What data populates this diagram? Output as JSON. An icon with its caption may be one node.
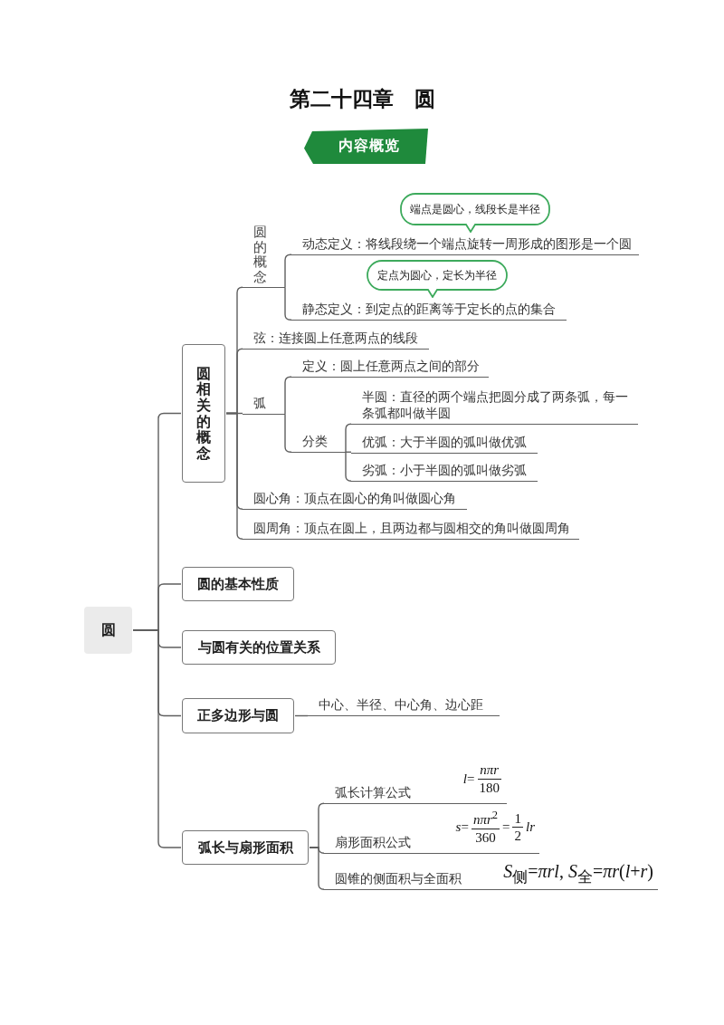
{
  "diagram": {
    "title": "第二十四章　圆",
    "nodes": [
      {
        "text": [
          "内容概览"
        ]
      },
      {
        "text": [
          "圆"
        ]
      },
      {
        "text": [
          "圆相关的概念"
        ]
      },
      {
        "text": [
          "圆的概念"
        ]
      },
      {
        "text": [
          "端点是圆心，线段长是半径"
        ]
      },
      {
        "text": [
          "动态定义：将线段绕一个端点旋转一周形成的图形是一个圆"
        ]
      },
      {
        "text": [
          "定点为圆心，定长为半径"
        ]
      },
      {
        "text": [
          "静态定义：到定点的距离等于定长的点的集合"
        ]
      },
      {
        "text": [
          "弦：连接圆上任意两点的线段"
        ]
      },
      {
        "text": [
          "弧"
        ]
      },
      {
        "text": [
          "定义：圆上任意两点之间的部分"
        ]
      },
      {
        "text": [
          "分类"
        ]
      },
      {
        "text": [
          "半圆：直径的两个端点把圆分成了两条弧，每一条弧都叫做半圆"
        ]
      },
      {
        "text": [
          "优弧：大于半圆的弧叫做优弧"
        ]
      },
      {
        "text": [
          "劣弧：小于半圆的弧叫做劣弧"
        ]
      },
      {
        "text": [
          "圆心角：顶点在圆心的角叫做圆心角"
        ]
      },
      {
        "text": [
          "圆周角：顶点在圆上，且两边都与圆相交的角叫做圆周角"
        ]
      },
      {
        "text": [
          "圆的基本性质"
        ]
      },
      {
        "text": [
          "与圆有关的位置关系"
        ]
      },
      {
        "text": [
          "正多边形与圆"
        ]
      },
      {
        "text": [
          "中心、半径、中心角、边心距"
        ]
      },
      {
        "text": [
          "弧长与扇形面积"
        ]
      },
      {
        "text": [
          "弧长计算公式",
          "*l*=",
          "nπr",
          "180"
        ]
      },
      {
        "text": [
          "扇形面积公式",
          "*s*=",
          "*nπr*$^{2}$",
          "360",
          "=",
          "1",
          "2",
          "lr"
        ]
      },
      {
        "text": [
          "圆锥的侧面积与全面积",
          "*S*$_{侧}$=*πrl*, *S*$_{全}$=*πr*(*l*+*r*)"
        ]
      }
    ],
    "edges": [
      {
        "from": 1,
        "to": 2,
        "arrow": "none"
      },
      {
        "from": 1,
        "to": 17,
        "arrow": "none"
      },
      {
        "from": 1,
        "to": 18,
        "arrow": "none"
      },
      {
        "from": 1,
        "to": 19,
        "arrow": "none"
      },
      {
        "from": 1,
        "to": 21,
        "arrow": "none"
      },
      {
        "from": 2,
        "to": 3,
        "arrow": "none"
      },
      {
        "from": 2,
        "to": 8,
        "arrow": "none"
      },
      {
        "from": 2,
        "to": 9,
        "arrow": "none"
      },
      {
        "from": 2,
        "to": 15,
        "arrow": "none"
      },
      {
        "from": 2,
        "to": 16,
        "arrow": "none"
      },
      {
        "from": 3,
        "to": 5,
        "arrow": "none"
      },
      {
        "from": 3,
        "to": 7,
        "arrow": "none"
      },
      {
        "from": 9,
        "to": 10,
        "arrow": "none"
      },
      {
        "from": 9,
        "to": 11,
        "arrow": "none"
      },
      {
        "from": 11,
        "to": 12,
        "arrow": "none"
      },
      {
        "from": 11,
        "to": 13,
        "arrow": "none"
      },
      {
        "from": 11,
        "to": 14,
        "arrow": "none"
      },
      {
        "from": 19,
        "to": 20,
        "arrow": "none"
      },
      {
        "from": 21,
        "to": 22,
        "arrow": "none"
      },
      {
        "from": 21,
        "to": 23,
        "arrow": "none"
      },
      {
        "from": 21,
        "to": 24,
        "arrow": "none"
      }
    ]
  }
}
